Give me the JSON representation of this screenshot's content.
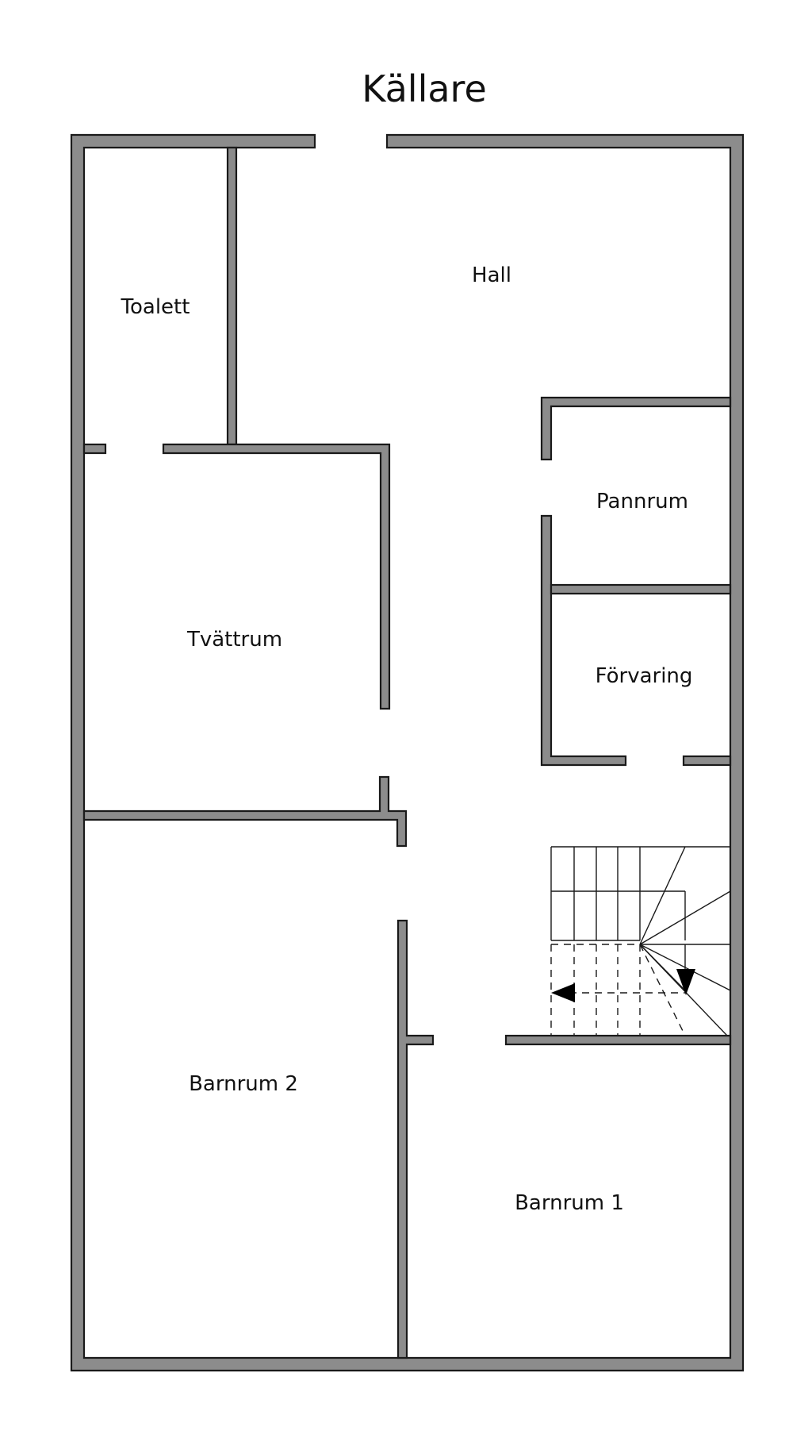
{
  "title": "Källare",
  "rooms": {
    "toalett": "Toalett",
    "hall": "Hall",
    "pannrum": "Pannrum",
    "tvattrum": "Tvättrum",
    "forvaring": "Förvaring",
    "barnrum2": "Barnrum 2",
    "barnrum1": "Barnrum 1"
  },
  "colors": {
    "wall": "#8c8c8c",
    "wall_outline": "#1a1a1a",
    "text": "#111111",
    "background": "#ffffff"
  }
}
